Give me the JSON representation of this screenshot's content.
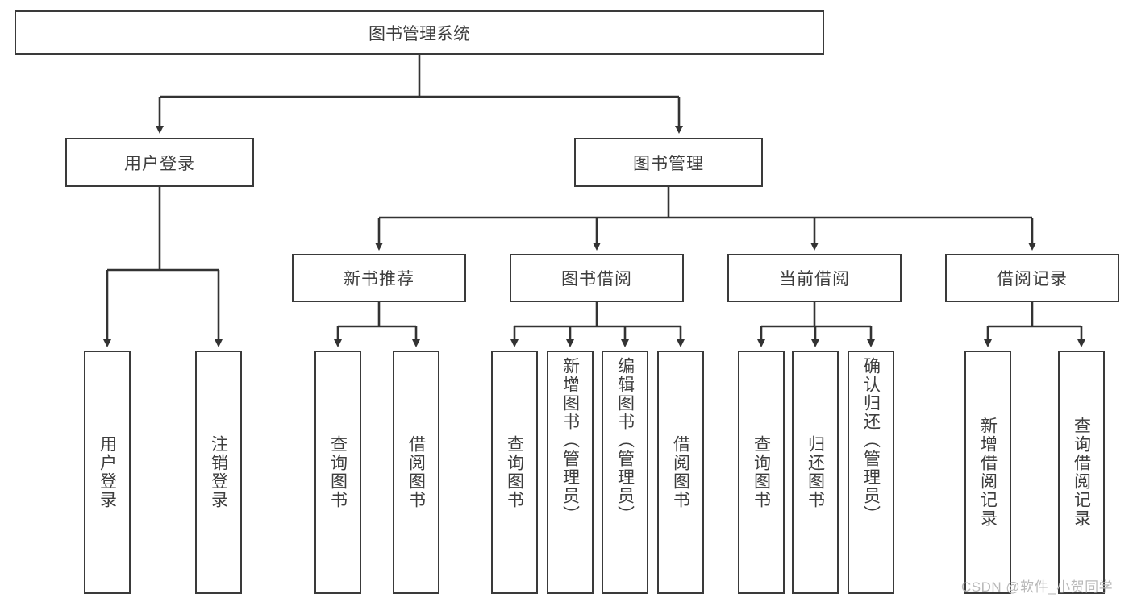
{
  "diagram": {
    "title": "图书管理系统",
    "type": "tree",
    "watermark": "CSDN @软件_小贺同学",
    "nodes": {
      "root": {
        "label": "图书管理系统"
      },
      "level2": [
        {
          "id": "user-login",
          "label": "用户登录"
        },
        {
          "id": "book-manage",
          "label": "图书管理"
        }
      ],
      "level3": [
        {
          "id": "new-book-recommend",
          "label": "新书推荐"
        },
        {
          "id": "book-borrow",
          "label": "图书借阅"
        },
        {
          "id": "current-borrow",
          "label": "当前借阅"
        },
        {
          "id": "borrow-record",
          "label": "借阅记录"
        }
      ],
      "leaves": {
        "user_login": [
          {
            "id": "leaf-user-login",
            "label": "用户登录"
          },
          {
            "id": "leaf-logout-login",
            "label": "注销登录"
          }
        ],
        "new_book_recommend": [
          {
            "id": "leaf-query-book-1",
            "label": "查询图书"
          },
          {
            "id": "leaf-borrow-book-1",
            "label": "借阅图书"
          }
        ],
        "book_borrow": [
          {
            "id": "leaf-query-book-2",
            "label": "查询图书"
          },
          {
            "id": "leaf-add-book",
            "label": "新增图书（管理员）"
          },
          {
            "id": "leaf-edit-book",
            "label": "编辑图书（管理员）"
          },
          {
            "id": "leaf-borrow-book-2",
            "label": "借阅图书"
          }
        ],
        "current_borrow": [
          {
            "id": "leaf-query-book-3",
            "label": "查询图书"
          },
          {
            "id": "leaf-return-book",
            "label": "归还图书"
          },
          {
            "id": "leaf-confirm-return",
            "label": "确认归还（管理员）"
          }
        ],
        "borrow_record": [
          {
            "id": "leaf-add-record",
            "label": "新增借阅记录"
          },
          {
            "id": "leaf-query-record",
            "label": "查询借阅记录"
          }
        ]
      }
    },
    "colors": {
      "border": "#3a3a3a",
      "text": "#3d3d3d",
      "background": "#ffffff",
      "watermark": "#b9b9b9"
    }
  }
}
